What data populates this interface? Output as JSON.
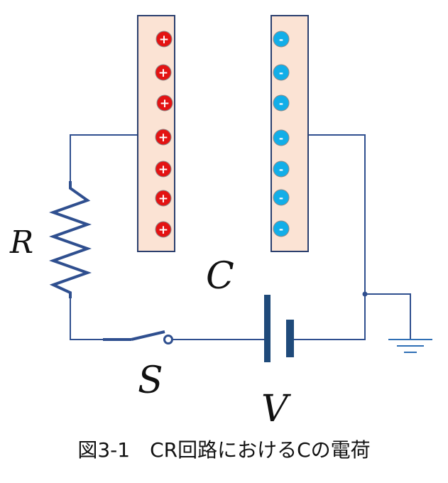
{
  "labels": {
    "resistor": "R",
    "capacitor": "C",
    "switch": "S",
    "voltage": "V"
  },
  "plus_sign": "+",
  "minus_sign": "-",
  "positive_charges": 7,
  "negative_charges": 7,
  "caption": "図3-1　CR回路におけるCの電荷",
  "colors": {
    "wire": "#2f4f8f",
    "plate_fill": "#fbe3d4",
    "plate_stroke": "#2b3f6e",
    "positive_charge": "#e31313",
    "negative_charge": "#12aee8",
    "battery": "#1f4a7a"
  }
}
